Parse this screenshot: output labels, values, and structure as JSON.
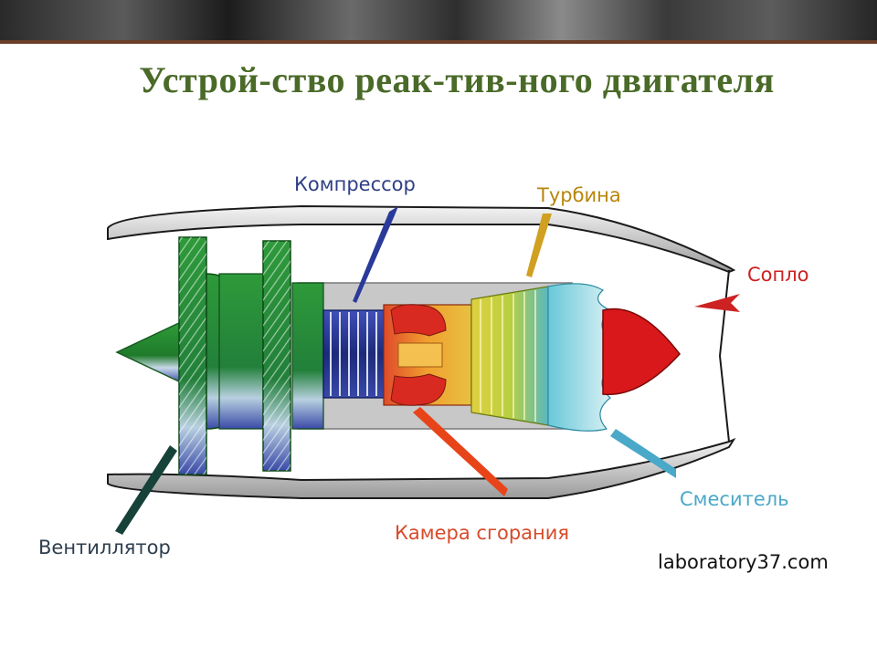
{
  "title": "Устрой-ство реак-тив-ного двигателя",
  "labels": {
    "compressor": "Компрессор",
    "turbine": "Турбина",
    "nozzle": "Сопло",
    "mixer": "Смеситель",
    "combustion_chamber": "Камера сгорания",
    "fan": "Вентиллятор"
  },
  "credit": "laboratory37.com",
  "colors": {
    "title": "#4a6a28",
    "compressor": "#2f3f86",
    "turbine": "#b8860b",
    "nozzle": "#cc2222",
    "mixer": "#4aa8c8",
    "combustion_chamber": "#d84a2a",
    "fan": "#2e3e4e"
  }
}
